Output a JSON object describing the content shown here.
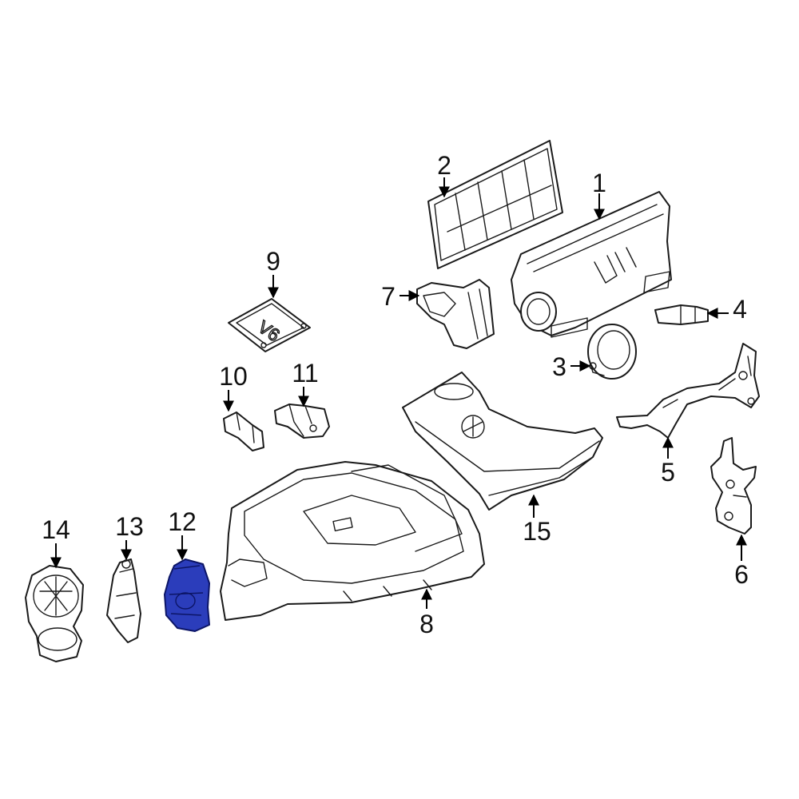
{
  "diagram": {
    "highlight_color": "#2b3dbb",
    "outline_color": "#1a1a1a",
    "highlighted_part": "12",
    "callouts": [
      {
        "id": "1"
      },
      {
        "id": "2"
      },
      {
        "id": "3"
      },
      {
        "id": "4"
      },
      {
        "id": "5"
      },
      {
        "id": "6"
      },
      {
        "id": "7"
      },
      {
        "id": "8"
      },
      {
        "id": "9"
      },
      {
        "id": "10"
      },
      {
        "id": "11"
      },
      {
        "id": "12"
      },
      {
        "id": "13"
      },
      {
        "id": "14"
      },
      {
        "id": "15"
      }
    ]
  }
}
